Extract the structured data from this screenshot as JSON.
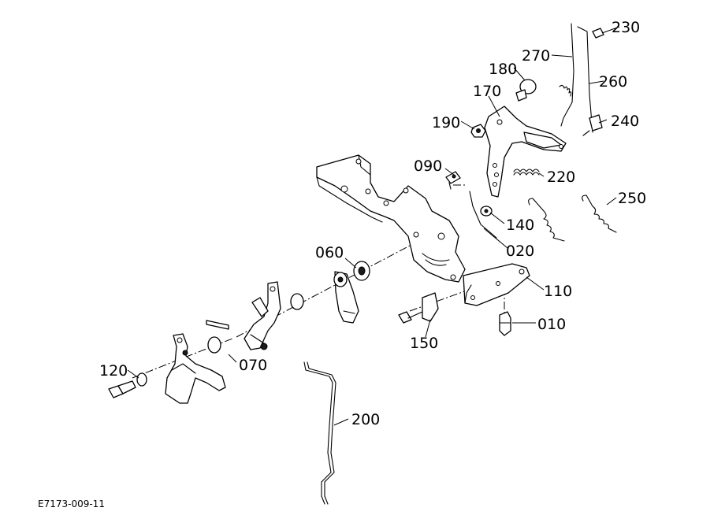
{
  "diagram": {
    "drawing_number": "E7173-009-11",
    "callouts": {
      "p010": "010",
      "p020": "020",
      "p060": "060",
      "p070": "070",
      "p090": "090",
      "p110": "110",
      "p120": "120",
      "p140": "140",
      "p150": "150",
      "p170": "170",
      "p180": "180",
      "p190": "190",
      "p200": "200",
      "p220": "220",
      "p230": "230",
      "p240": "240",
      "p250": "250",
      "p260": "260",
      "p270": "270"
    }
  }
}
